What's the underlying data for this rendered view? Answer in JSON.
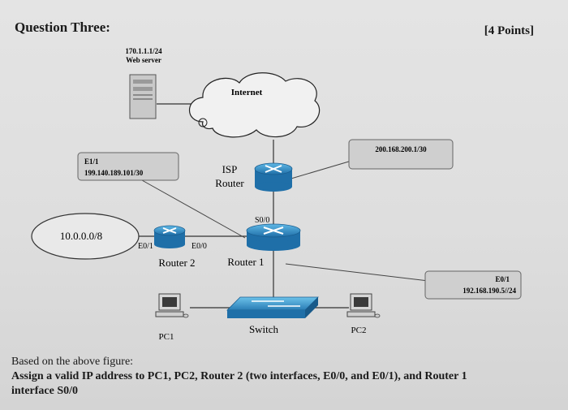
{
  "header": {
    "title": "Question Three:",
    "points": "[4 Points]"
  },
  "diagram": {
    "web_server": {
      "ip": "170.1.1.1/24",
      "label": "Web server"
    },
    "internet": {
      "label": "Internet"
    },
    "isp_router": {
      "line1": "ISP",
      "line2": "Router"
    },
    "callout_e11": {
      "line1": "E1/1",
      "line2": "199.140.189.101/30"
    },
    "callout_isp_link": {
      "text": "200.168.200.1/30"
    },
    "callout_e01": {
      "line1": "E0/1",
      "line2": "192.168.190.5//24"
    },
    "lan_cloud": {
      "label": "10.0.0.0/8"
    },
    "router2": {
      "label": "Router 2",
      "if_left": "E0/1",
      "if_right": "E0/0"
    },
    "router1": {
      "label": "Router 1",
      "if_top": "S0/0"
    },
    "switch": {
      "label": "Switch"
    },
    "pc1": {
      "label": "PC1"
    },
    "pc2": {
      "label": "PC2"
    }
  },
  "caption": {
    "line1": "Based on the above figure:",
    "line2": "Assign a valid IP address to PC1, PC2, Router 2 (two interfaces, E0/0, and E0/1), and Router 1",
    "line3": "interface S0/0"
  }
}
